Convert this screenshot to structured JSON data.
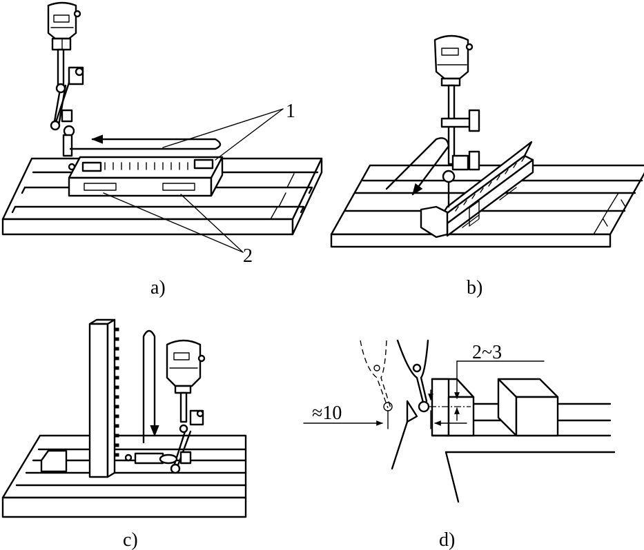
{
  "panels": [
    {
      "label": "a)"
    },
    {
      "label": "b)"
    },
    {
      "label": "c)"
    },
    {
      "label": "d)"
    }
  ],
  "callouts": {
    "one": "1",
    "two": "2"
  },
  "dimensions": {
    "gap": "2~3",
    "offset": "≈10"
  }
}
